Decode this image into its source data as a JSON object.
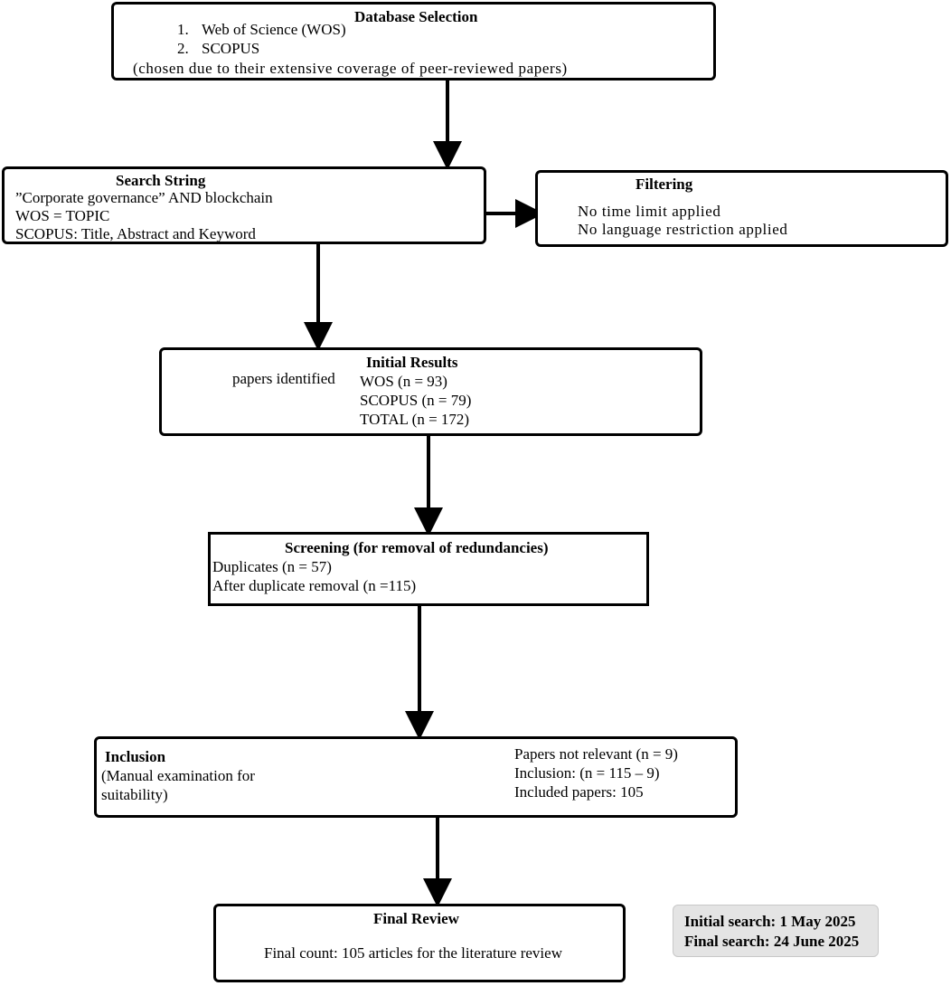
{
  "database_selection": {
    "title": "Database Selection",
    "items": [
      {
        "num": "1.",
        "text": "Web of Science (WOS)"
      },
      {
        "num": "2.",
        "text": "SCOPUS"
      }
    ],
    "note": "(chosen due to their extensive coverage of peer-reviewed papers)"
  },
  "search_string": {
    "title": "Search String",
    "lines": [
      "”Corporate governance” AND blockchain",
      "WOS = TOPIC",
      "SCOPUS: Title, Abstract and Keyword"
    ]
  },
  "filtering": {
    "title": "Filtering",
    "lines": [
      "No time limit applied",
      "No language restriction applied"
    ]
  },
  "initial_results": {
    "title": "Initial Results",
    "label": "papers identified",
    "lines": [
      "WOS (n = 93)",
      "SCOPUS (n = 79)",
      "TOTAL (n = 172)"
    ]
  },
  "screening": {
    "title": "Screening (for removal of redundancies)",
    "lines": [
      "Duplicates (n = 57)",
      "After duplicate removal (n =115)"
    ]
  },
  "inclusion": {
    "title": "Inclusion",
    "description_lines": [
      "(Manual examination for",
      "suitability)"
    ],
    "lines": [
      "Papers not relevant (n = 9)",
      "Inclusion: (n = 115 – 9)",
      "Included papers: 105"
    ]
  },
  "final_review": {
    "title": "Final Review",
    "text": "Final count:  105 articles for the literature review"
  },
  "search_dates": {
    "initial": "Initial search: 1 May 2025",
    "final": "Final search: 24 June 2025"
  }
}
